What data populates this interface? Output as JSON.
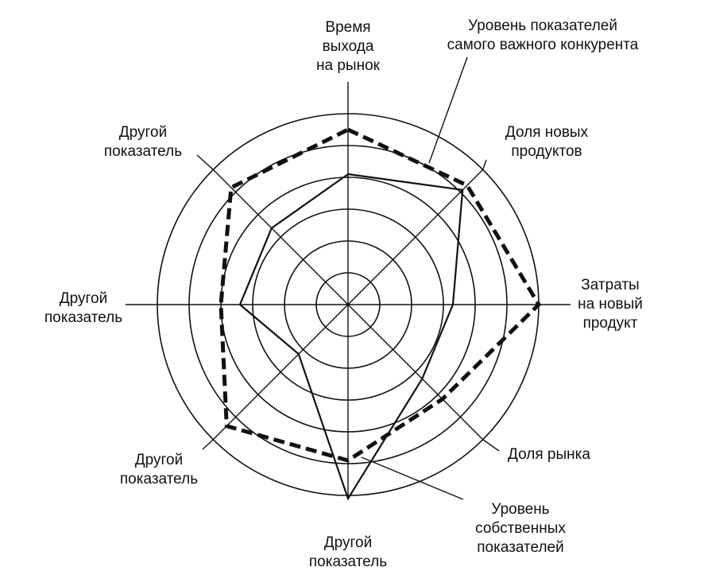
{
  "chart_data": {
    "type": "radar",
    "axes": [
      {
        "id": "top",
        "label_lines": [
          "Время",
          "выхода",
          "на рынок"
        ]
      },
      {
        "id": "top-right",
        "label_lines": [
          "Доля новых",
          "продуктов"
        ]
      },
      {
        "id": "right",
        "label_lines": [
          "Затраты",
          "на новый",
          "продукт"
        ]
      },
      {
        "id": "bottom-right",
        "label_lines": [
          "Доля рынка"
        ]
      },
      {
        "id": "bottom",
        "label_lines": [
          "Другой",
          "показатель"
        ]
      },
      {
        "id": "bottom-left",
        "label_lines": [
          "Другой",
          "показатель"
        ]
      },
      {
        "id": "left",
        "label_lines": [
          "Другой",
          "показатель"
        ]
      },
      {
        "id": "top-left",
        "label_lines": [
          "Другой",
          "показатель"
        ]
      }
    ],
    "rings": 6,
    "range": [
      0,
      6
    ],
    "series": [
      {
        "name": "Уровень собственных показателей",
        "label_lines": [
          "Уровень",
          "собственных",
          "показателей"
        ],
        "style": "solid",
        "values": [
          4.1,
          5.1,
          3.3,
          3.3,
          6.1,
          2.2,
          3.4,
          3.4
        ]
      },
      {
        "name": "Уровень показателей самого важного конкурента",
        "label_lines": [
          "Уровень показателей",
          "самого важного конкурента"
        ],
        "style": "dashed",
        "values": [
          5.5,
          5.3,
          6.0,
          4.2,
          4.9,
          5.4,
          4.0,
          5.2
        ]
      }
    ],
    "colors": {
      "line": "#111111",
      "background": "#ffffff"
    }
  }
}
